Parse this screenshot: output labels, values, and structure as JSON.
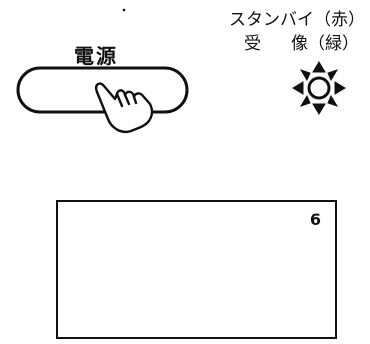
{
  "power": {
    "label": "電源"
  },
  "indicator": {
    "standby_text": "スタンバイ（赤）",
    "receive_label": "受",
    "receive_label2": "像（緑）",
    "icon": "lamp-on-icon"
  },
  "screen": {
    "channel": "6"
  }
}
